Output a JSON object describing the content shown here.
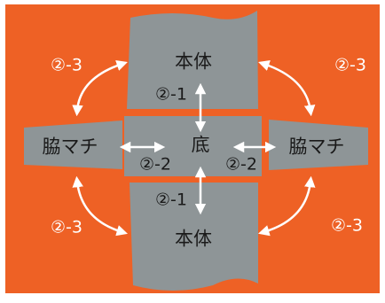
{
  "colors": {
    "board": "#ee6125",
    "frame": "#ffffff",
    "fabric": "#8e9597",
    "arrow": "#ffffff",
    "dark_text": "#1a1a1a",
    "light_text": "#ffffff"
  },
  "pieces": {
    "top_body": "本体",
    "bottom_body": "本体",
    "left_gusset": "脇マチ",
    "right_gusset": "脇マチ",
    "center_base": "底"
  },
  "steps": {
    "upper_vertical": "②-1",
    "lower_vertical": "②-1",
    "left_horizontal": "②-2",
    "right_horizontal": "②-2",
    "top_left_curve": "②-3",
    "top_right_curve": "②-3",
    "bottom_left_curve": "②-3",
    "bottom_right_curve": "②-3"
  }
}
